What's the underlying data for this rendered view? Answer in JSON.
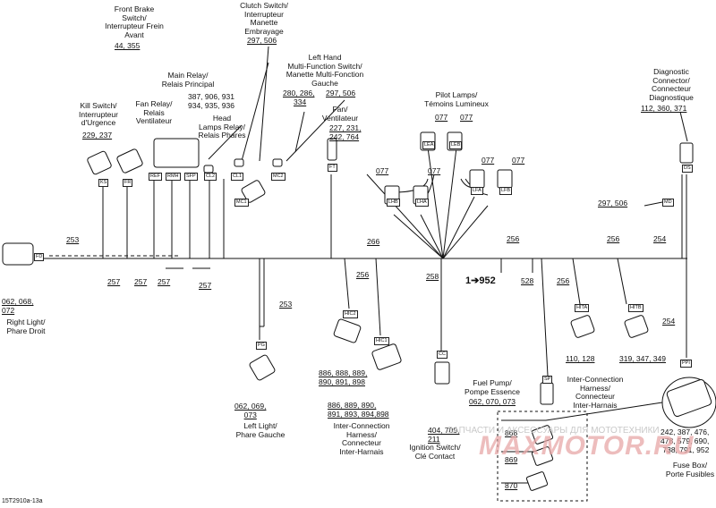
{
  "components": {
    "front_brake": "Front Brake\nSwitch/\nInterrupteur Frein\nAvant",
    "clutch": "Clutch Switch/\nInterrupteur\nManette\nEmbrayage",
    "lh_mfs": "Left Hand\nMulti-Function Switch/\nManette Multi-Fonction\nGauche",
    "main_relay": "Main Relay/\nRelais Principal",
    "fan_relay": "Fan Relay/\nRelais\nVentilateur",
    "head_relay": "Head\nLamps Relay/\nRelais Phares",
    "kill": "Kill Switch/\nInterrupteur\nd'Urgence",
    "fan": "Fan/\nVentilateur",
    "pilot": "Pilot Lamps/\nTémoins Lumineux",
    "diag": "Diagnostic\nConnector/\nConnecteur\nDiagnostique",
    "right_light": "Right Light/\nPhare Droit",
    "left_light": "Left Light/\nPhare Gauche",
    "ich1": "Inter-Connection\nHarness/\nConnecteur\nInter-Harnais",
    "fuel": "Fuel Pump/\nPompe Essence",
    "ich2": "Inter-Connection\nHarness/\nConnecteur\nInter-Harnais",
    "ign": "Ignition Switch/\nClé Contact",
    "fuse": "Fuse Box/\nPorte Fusibles"
  },
  "refs": {
    "front_brake": "44, 355",
    "clutch": "297, 506",
    "main_relay": "387, 906, 931\n934, 935, 936",
    "lh_mfs_a": "280, 286,",
    "lh_mfs_b": "334",
    "lh_mfs_c": "297, 506",
    "kill": "229, 237",
    "fan": "227, 231,\n242, 764",
    "pilot_1": "077",
    "pilot_2": "077",
    "mid_077_1": "077",
    "mid_077_2": "077",
    "mid_077_3": "077",
    "mid_077_4": "077",
    "diag": "112, 360, 371",
    "diag_side": "297, 506",
    "right_light": "062, 068,\n072",
    "left_light": "062, 069,\n073",
    "hic2": "886, 888, 889,\n890, 891, 898",
    "hic1": "886, 889, 890,\n891, 893, 894,898",
    "ign": "404, 709,\n211",
    "fuel": "062, 070, 073",
    "ich_a": "110, 128",
    "ich_b": "319, 347, 349",
    "fuse": "242, 387, 476,\n478, 579, 690,\n738, 791, 952",
    "n868": "868",
    "n869": "869",
    "n870": "870"
  },
  "wire_numbers": {
    "w253_top": "253",
    "w257_a": "257",
    "w257_b": "257",
    "w257_c": "257",
    "w257_d": "257",
    "w253_v": "253",
    "w266": "266",
    "w256_a": "256",
    "w258": "258",
    "w952": "1➔952",
    "w528": "528",
    "w256_b": "256",
    "w256_c": "256",
    "w256_d": "256",
    "w254_a": "254",
    "w254_b": "254"
  },
  "tags": {
    "FD": "FD",
    "KS": "KS",
    "FR": "FR",
    "REF": "REF",
    "RMH": "RMH",
    "SFP": "SFP",
    "CL2": "CL2",
    "CL1": "CL1",
    "MC1": "MC1",
    "MC2": "MC2",
    "FT": "FT",
    "LEA": "LEA",
    "LEB": "LEB",
    "LHB": "LHB",
    "LHA": "LHA",
    "LFA": "LFA",
    "LFB": "LFB",
    "DS": "DS",
    "MD": "MD",
    "PG": "PG",
    "HIC2": "HIC2",
    "HIC1": "HIC1",
    "CC": "CC",
    "SP": "SP",
    "HITA": "HITA",
    "HITB": "HITB",
    "PPI": "PPI"
  },
  "watermark": "ЗАПЧАСТИ И АКСЕССУАРЫ ДЛЯ МОТОТЕХНИКИ",
  "logo": "MAXMOTOR.RU",
  "figure_code": "15T2910a-13a"
}
